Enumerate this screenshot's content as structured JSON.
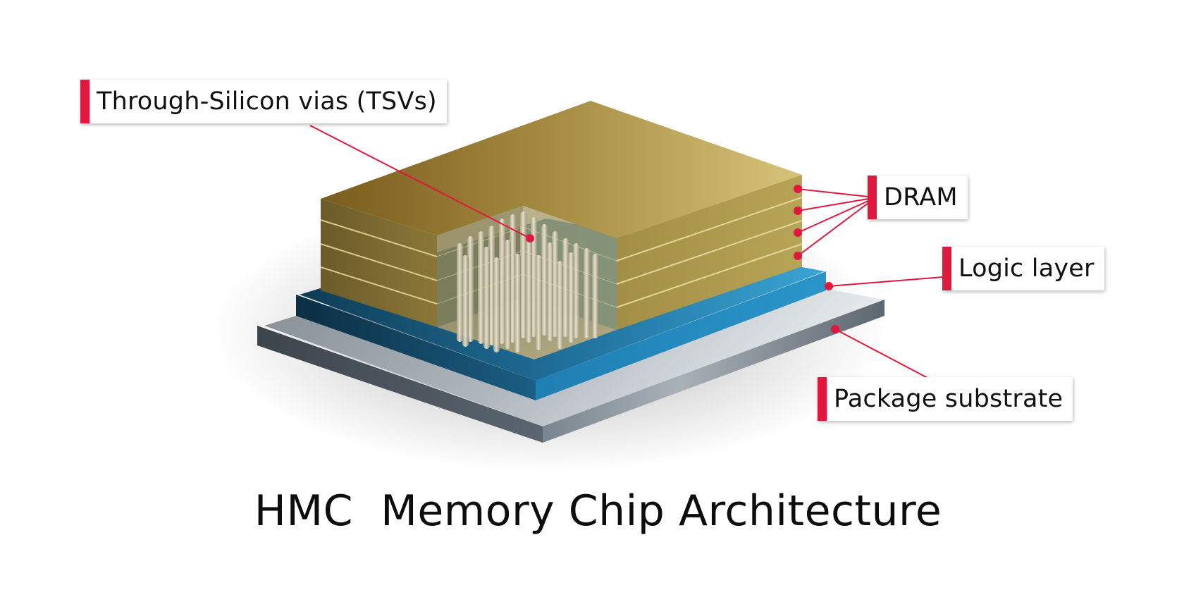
{
  "title": "HMC  Memory Chip Architecture",
  "callouts": {
    "tsv": "Through-Silicon vias (TSVs)",
    "dram": "DRAM",
    "logic": "Logic layer",
    "substrate": "Package substrate"
  },
  "colors": {
    "accent": "#e2173d",
    "dram_gold": "#b39a4a",
    "logic_blue": "#2389bd",
    "substrate_gray": "#6f7a82",
    "leader_line": "#e2173d"
  }
}
